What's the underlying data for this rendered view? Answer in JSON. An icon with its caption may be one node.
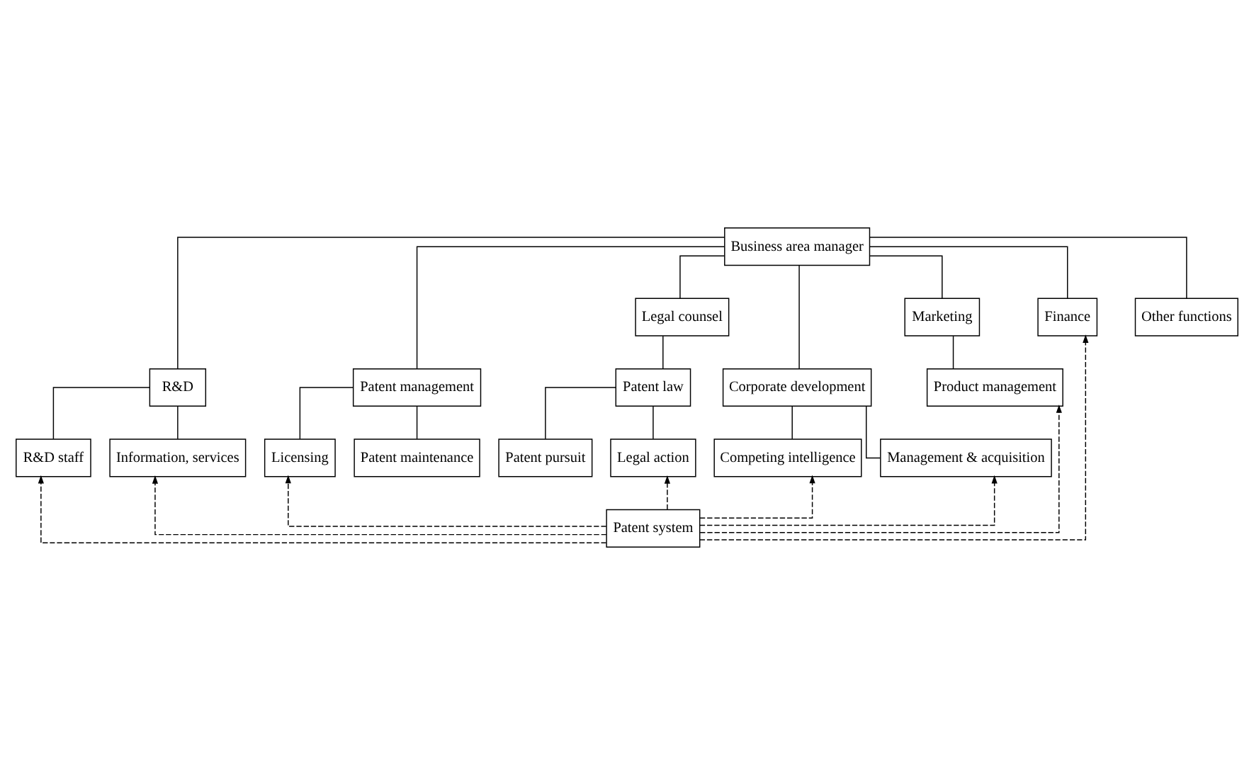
{
  "diagram": {
    "nodes": [
      {
        "text": [
          "Business area manager"
        ]
      },
      {
        "text": [
          "R&D"
        ]
      },
      {
        "text": [
          "Patent management"
        ]
      },
      {
        "text": [
          "Legal counsel"
        ]
      },
      {
        "text": [
          "Corporate development"
        ]
      },
      {
        "text": [
          "Marketing"
        ]
      },
      {
        "text": [
          "Finance"
        ]
      },
      {
        "text": [
          "Other functions"
        ]
      },
      {
        "text": [
          "R&D staff"
        ]
      },
      {
        "text": [
          "Information, services"
        ]
      },
      {
        "text": [
          "Licensing"
        ]
      },
      {
        "text": [
          "Patent maintenance"
        ]
      },
      {
        "text": [
          "Patent law"
        ]
      },
      {
        "text": [
          "Patent pursuit"
        ]
      },
      {
        "text": [
          "Legal action"
        ]
      },
      {
        "text": [
          "Competing intelligence"
        ]
      },
      {
        "text": [
          "Management & acquisition"
        ]
      },
      {
        "text": [
          "Product management"
        ]
      },
      {
        "text": [
          "Patent system"
        ]
      }
    ],
    "edges": [
      {
        "from": 0,
        "to": 1,
        "arrow": "none"
      },
      {
        "from": 0,
        "to": 2,
        "arrow": "none"
      },
      {
        "from": 0,
        "to": 3,
        "arrow": "none"
      },
      {
        "from": 0,
        "to": 4,
        "arrow": "none"
      },
      {
        "from": 0,
        "to": 5,
        "arrow": "none"
      },
      {
        "from": 0,
        "to": 6,
        "arrow": "none"
      },
      {
        "from": 0,
        "to": 7,
        "arrow": "none"
      },
      {
        "from": 1,
        "to": 8,
        "arrow": "none"
      },
      {
        "from": 1,
        "to": 9,
        "arrow": "none"
      },
      {
        "from": 2,
        "to": 10,
        "arrow": "none"
      },
      {
        "from": 2,
        "to": 11,
        "arrow": "none"
      },
      {
        "from": 3,
        "to": 12,
        "arrow": "none"
      },
      {
        "from": 12,
        "to": 13,
        "arrow": "none"
      },
      {
        "from": 12,
        "to": 14,
        "arrow": "none"
      },
      {
        "from": 4,
        "to": 15,
        "arrow": "none"
      },
      {
        "from": 4,
        "to": 16,
        "arrow": "none"
      },
      {
        "from": 5,
        "to": 17,
        "arrow": "none"
      },
      {
        "from": 18,
        "to": 9,
        "arrow": "to",
        "style": "dashed"
      },
      {
        "from": 18,
        "to": 8,
        "arrow": "to",
        "style": "dashed"
      },
      {
        "from": 18,
        "to": 10,
        "arrow": "to",
        "style": "dashed"
      },
      {
        "from": 18,
        "to": 14,
        "arrow": "to",
        "style": "dashed"
      },
      {
        "from": 18,
        "to": 15,
        "arrow": "to",
        "style": "dashed"
      },
      {
        "from": 18,
        "to": 16,
        "arrow": "to",
        "style": "dashed"
      },
      {
        "from": 18,
        "to": 17,
        "arrow": "to",
        "style": "dashed"
      },
      {
        "from": 18,
        "to": 6,
        "arrow": "to",
        "style": "dashed"
      }
    ]
  }
}
